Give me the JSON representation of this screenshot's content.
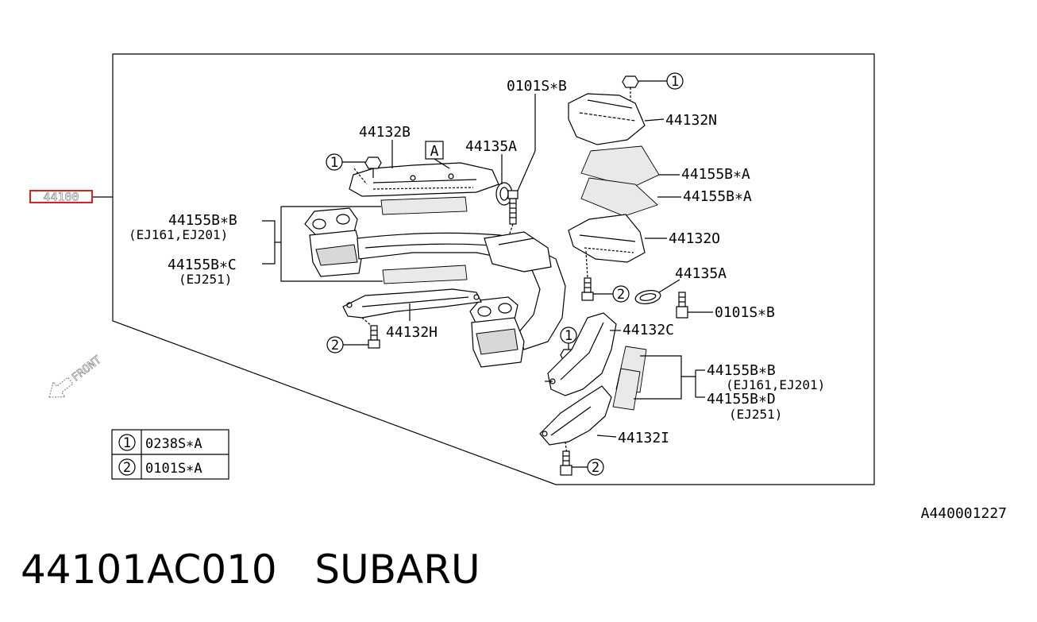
{
  "group_code": "44100",
  "diagram_code": "A440001227",
  "part_number": "44101AC010",
  "brand": "SUBARU",
  "direction_label": "FRONT",
  "view_marker": "A",
  "callouts": {
    "c_44132B": "44132B",
    "c_44135A_top": "44135A",
    "c_0101SB_top": "0101S∗B",
    "c_44132N": "44132N",
    "c_44155BA_1": "44155B∗A",
    "c_44155BA_2": "44155B∗A",
    "c_44155BB_left": "44155B∗B",
    "c_ej161_left": "(EJ161,EJ201)",
    "c_44155BC": "44155B∗C",
    "c_ej251_left": "(EJ251)",
    "c_44132O": "44132O",
    "c_44135A_right": "44135A",
    "c_0101SB_right": "0101S∗B",
    "c_44132H": "44132H",
    "c_44132C": "44132C",
    "c_44155BB_right": "44155B∗B",
    "c_ej161_right": "(EJ161,EJ201)",
    "c_44155BD": "44155B∗D",
    "c_ej251_right": "(EJ251)",
    "c_44132I": "44132I"
  },
  "circle_refs": {
    "one": "1",
    "two": "2"
  },
  "legend": [
    {
      "ref": "1",
      "code": "0238S∗A"
    },
    {
      "ref": "2",
      "code": "0101S∗A"
    }
  ],
  "colors": {
    "highlight": "#e0201e",
    "line": "#000000"
  }
}
